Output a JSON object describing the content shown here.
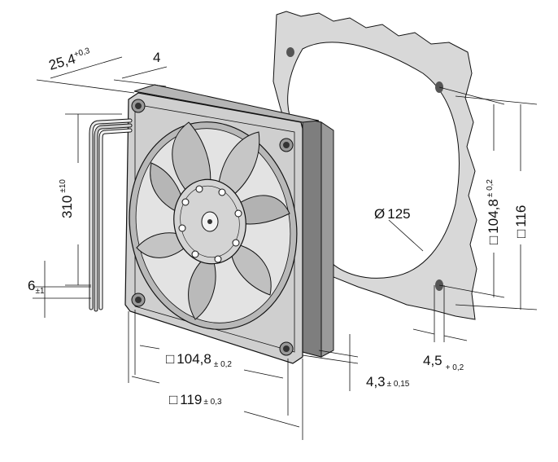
{
  "dimensions": {
    "d_25_4": {
      "value": "25,4",
      "tol": "+0,3"
    },
    "d_4": {
      "value": "4"
    },
    "d_310": {
      "value": "310",
      "tol": "±10"
    },
    "d_6": {
      "value": "6",
      "tol": "±1"
    },
    "d_104_8_bot": {
      "prefix": "□",
      "value": "104,8",
      "tol": "± 0,2"
    },
    "d_119": {
      "prefix": "□",
      "value": "119",
      "tol": "± 0,3"
    },
    "d_4_3": {
      "value": "4,3",
      "tol": "± 0,15"
    },
    "d_4_5": {
      "value": "4,5",
      "tol": "+ 0,2"
    },
    "d_125": {
      "prefix": "Ø",
      "value": "125"
    },
    "d_104_8_right": {
      "prefix": "□",
      "value": "104,8",
      "tol": "± 0,2"
    },
    "d_116": {
      "prefix": "□",
      "value": "116"
    }
  },
  "colors": {
    "fan_gray": "#c8c8c8",
    "fan_dark": "#8a8a8a",
    "gasket_gray": "#d8d8d8",
    "outline": "#111111"
  }
}
